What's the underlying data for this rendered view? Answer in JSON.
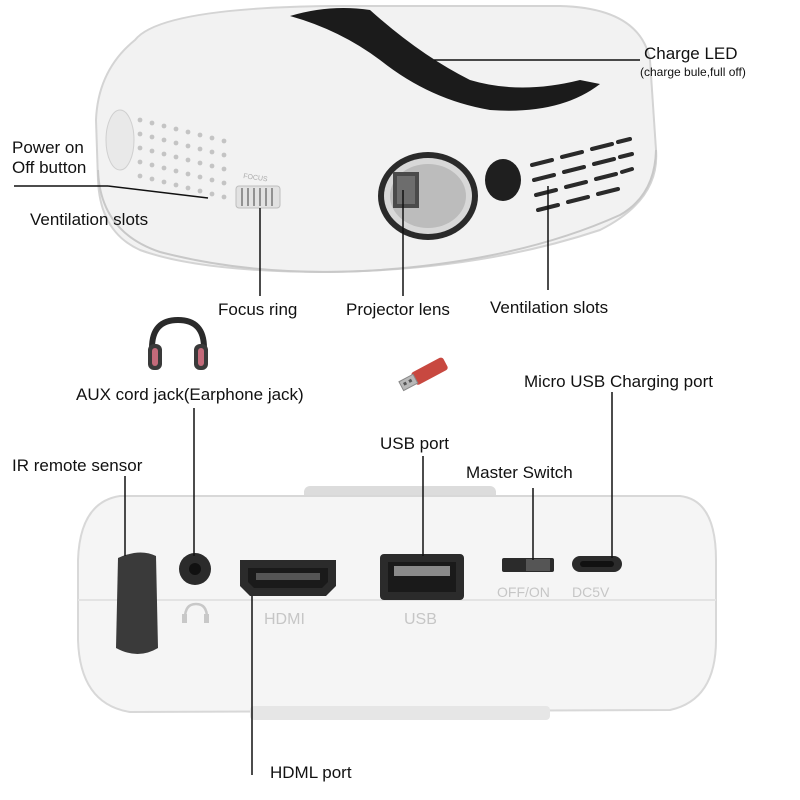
{
  "top_labels": {
    "charge_led": "Charge LED",
    "charge_led_note": "(charge bule,full off)",
    "power_button": "Power on\nOff button",
    "vent_left": "Ventilation slots",
    "focus_ring": "Focus ring",
    "projector_lens": "Projector lens",
    "vent_right": "Ventilation slots",
    "focus_print": "FOCUS"
  },
  "bottom_labels": {
    "aux_jack": "AUX cord jack(Earphone jack)",
    "micro_usb": "Micro USB Charging port",
    "usb_port": "USB port",
    "master_switch": "Master Switch",
    "ir_sensor": "IR remote sensor",
    "hdmi_port": "HDML port"
  },
  "panel_print": {
    "hdmi": "HDMI",
    "usb": "USB",
    "switch": "OFF/ON",
    "dc": "DC5V"
  },
  "icons": [
    "headphones-icon",
    "usb-stick-icon"
  ],
  "colors": {
    "body": "#f4f4f4",
    "accent_black": "#1b1b1b",
    "outline": "#d9d9d9"
  }
}
